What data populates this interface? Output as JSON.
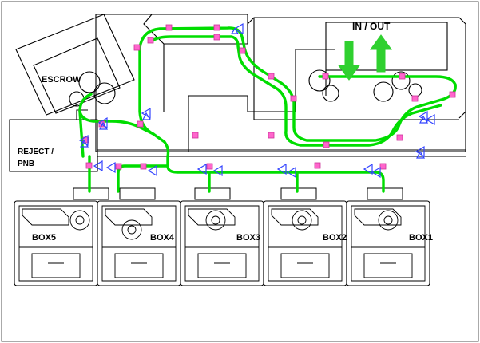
{
  "diagram": {
    "title_labels": {
      "in_out": "IN / OUT",
      "escrow": "ESCROW",
      "reject_pnb_line1": "REJECT /",
      "reject_pnb_line2": "PNB"
    },
    "cassettes": [
      {
        "id": "box5",
        "label": "BOX5"
      },
      {
        "id": "box4",
        "label": "BOX4"
      },
      {
        "id": "box3",
        "label": "BOX3"
      },
      {
        "id": "box2",
        "label": "BOX2"
      },
      {
        "id": "box1",
        "label": "BOX1"
      }
    ],
    "colors": {
      "outline": "#000000",
      "path_green": "#00dd00",
      "arrow_green": "#2fd02f",
      "node_magenta": "#ff66cc",
      "sensor_blue": "#3344ff",
      "background": "#ffffff",
      "panel_fill": "#f2f2f2"
    },
    "icon_names": [
      "in-out-arrow-down-icon",
      "in-out-arrow-up-icon"
    ]
  }
}
